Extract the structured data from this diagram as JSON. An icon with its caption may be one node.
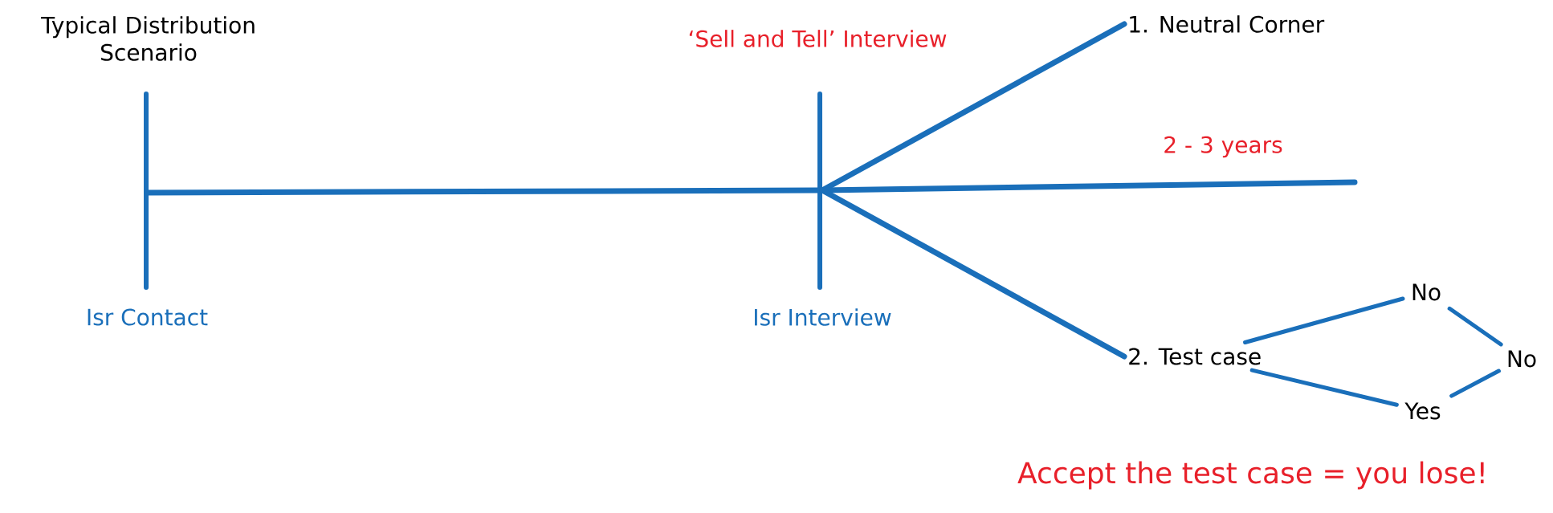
{
  "diagram": {
    "title": "Typical Distribution Scenario",
    "nodes": [
      {
        "text": [
          "Isr Contact"
        ]
      },
      {
        "text": [
          "Isr Interview"
        ]
      },
      {
        "text": [
          "1. Neutral Corner"
        ]
      },
      {
        "text": [
          "2. Test case"
        ]
      },
      {
        "text": [
          "No"
        ]
      },
      {
        "text": [
          "No"
        ]
      },
      {
        "text": [
          "Yes"
        ]
      }
    ],
    "edges": [
      {
        "from": 0,
        "to": 1,
        "arrow": "none"
      },
      {
        "from": 1,
        "to": 2,
        "arrow": "none"
      },
      {
        "from": 1,
        "to": null,
        "arrow": "none",
        "label": "2 - 3 years"
      },
      {
        "from": 1,
        "to": 3,
        "arrow": "none"
      },
      {
        "from": 3,
        "to": 4,
        "arrow": "none"
      },
      {
        "from": 4,
        "to": 5,
        "arrow": "none"
      },
      {
        "from": 3,
        "to": 6,
        "arrow": "none"
      },
      {
        "from": 6,
        "to": 5,
        "arrow": "none"
      }
    ],
    "labels": [
      "‘Sell and Tell’ Interview",
      "Accept the test case = you lose!"
    ]
  }
}
